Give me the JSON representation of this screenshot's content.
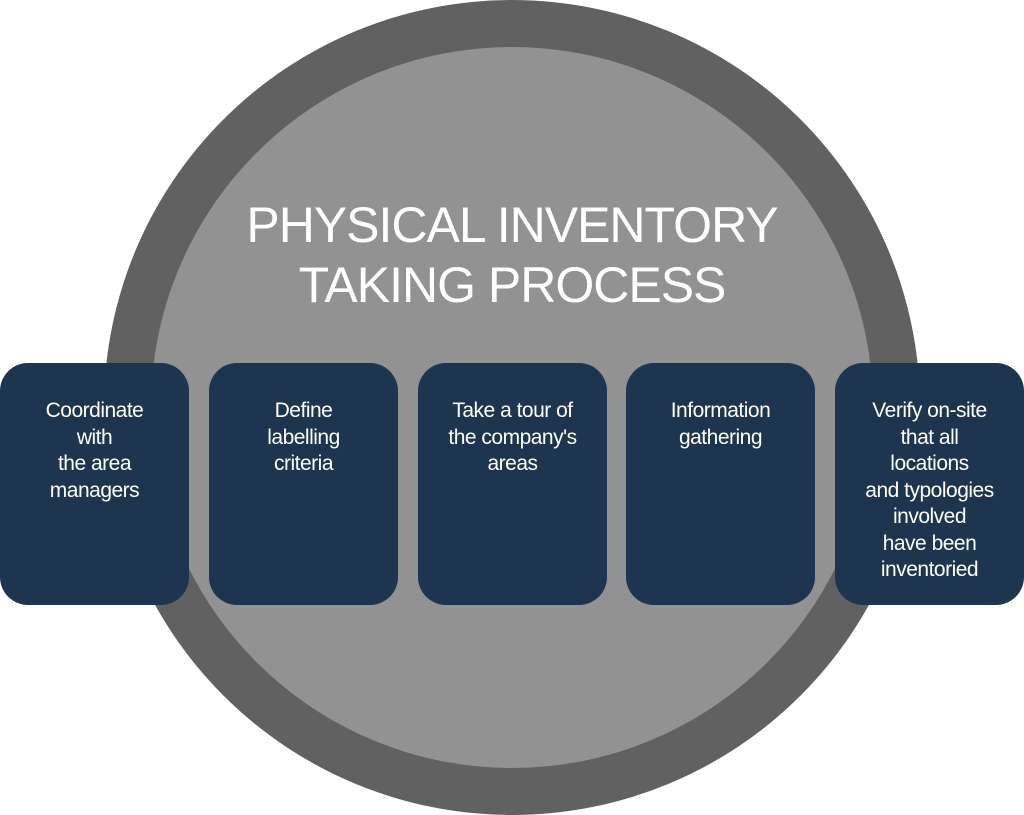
{
  "diagram": {
    "title_lines": [
      "PHYSICAL INVENTORY",
      "TAKING PROCESS"
    ],
    "colors": {
      "outer_ring": "#616161",
      "inner_fill": "#929292",
      "step_box": "#1e354f",
      "text": "#ffffff"
    },
    "steps": [
      {
        "lines": [
          "Coordinate",
          "with",
          "the area",
          "managers"
        ]
      },
      {
        "lines": [
          "Define",
          "labelling",
          "criteria"
        ]
      },
      {
        "lines": [
          "Take a tour of",
          "the company's",
          "areas"
        ]
      },
      {
        "lines": [
          "Information",
          "gathering"
        ]
      },
      {
        "lines": [
          "Verify on-site",
          "that all",
          "locations",
          "and typologies",
          "involved",
          "have been",
          "inventoried"
        ]
      }
    ]
  }
}
